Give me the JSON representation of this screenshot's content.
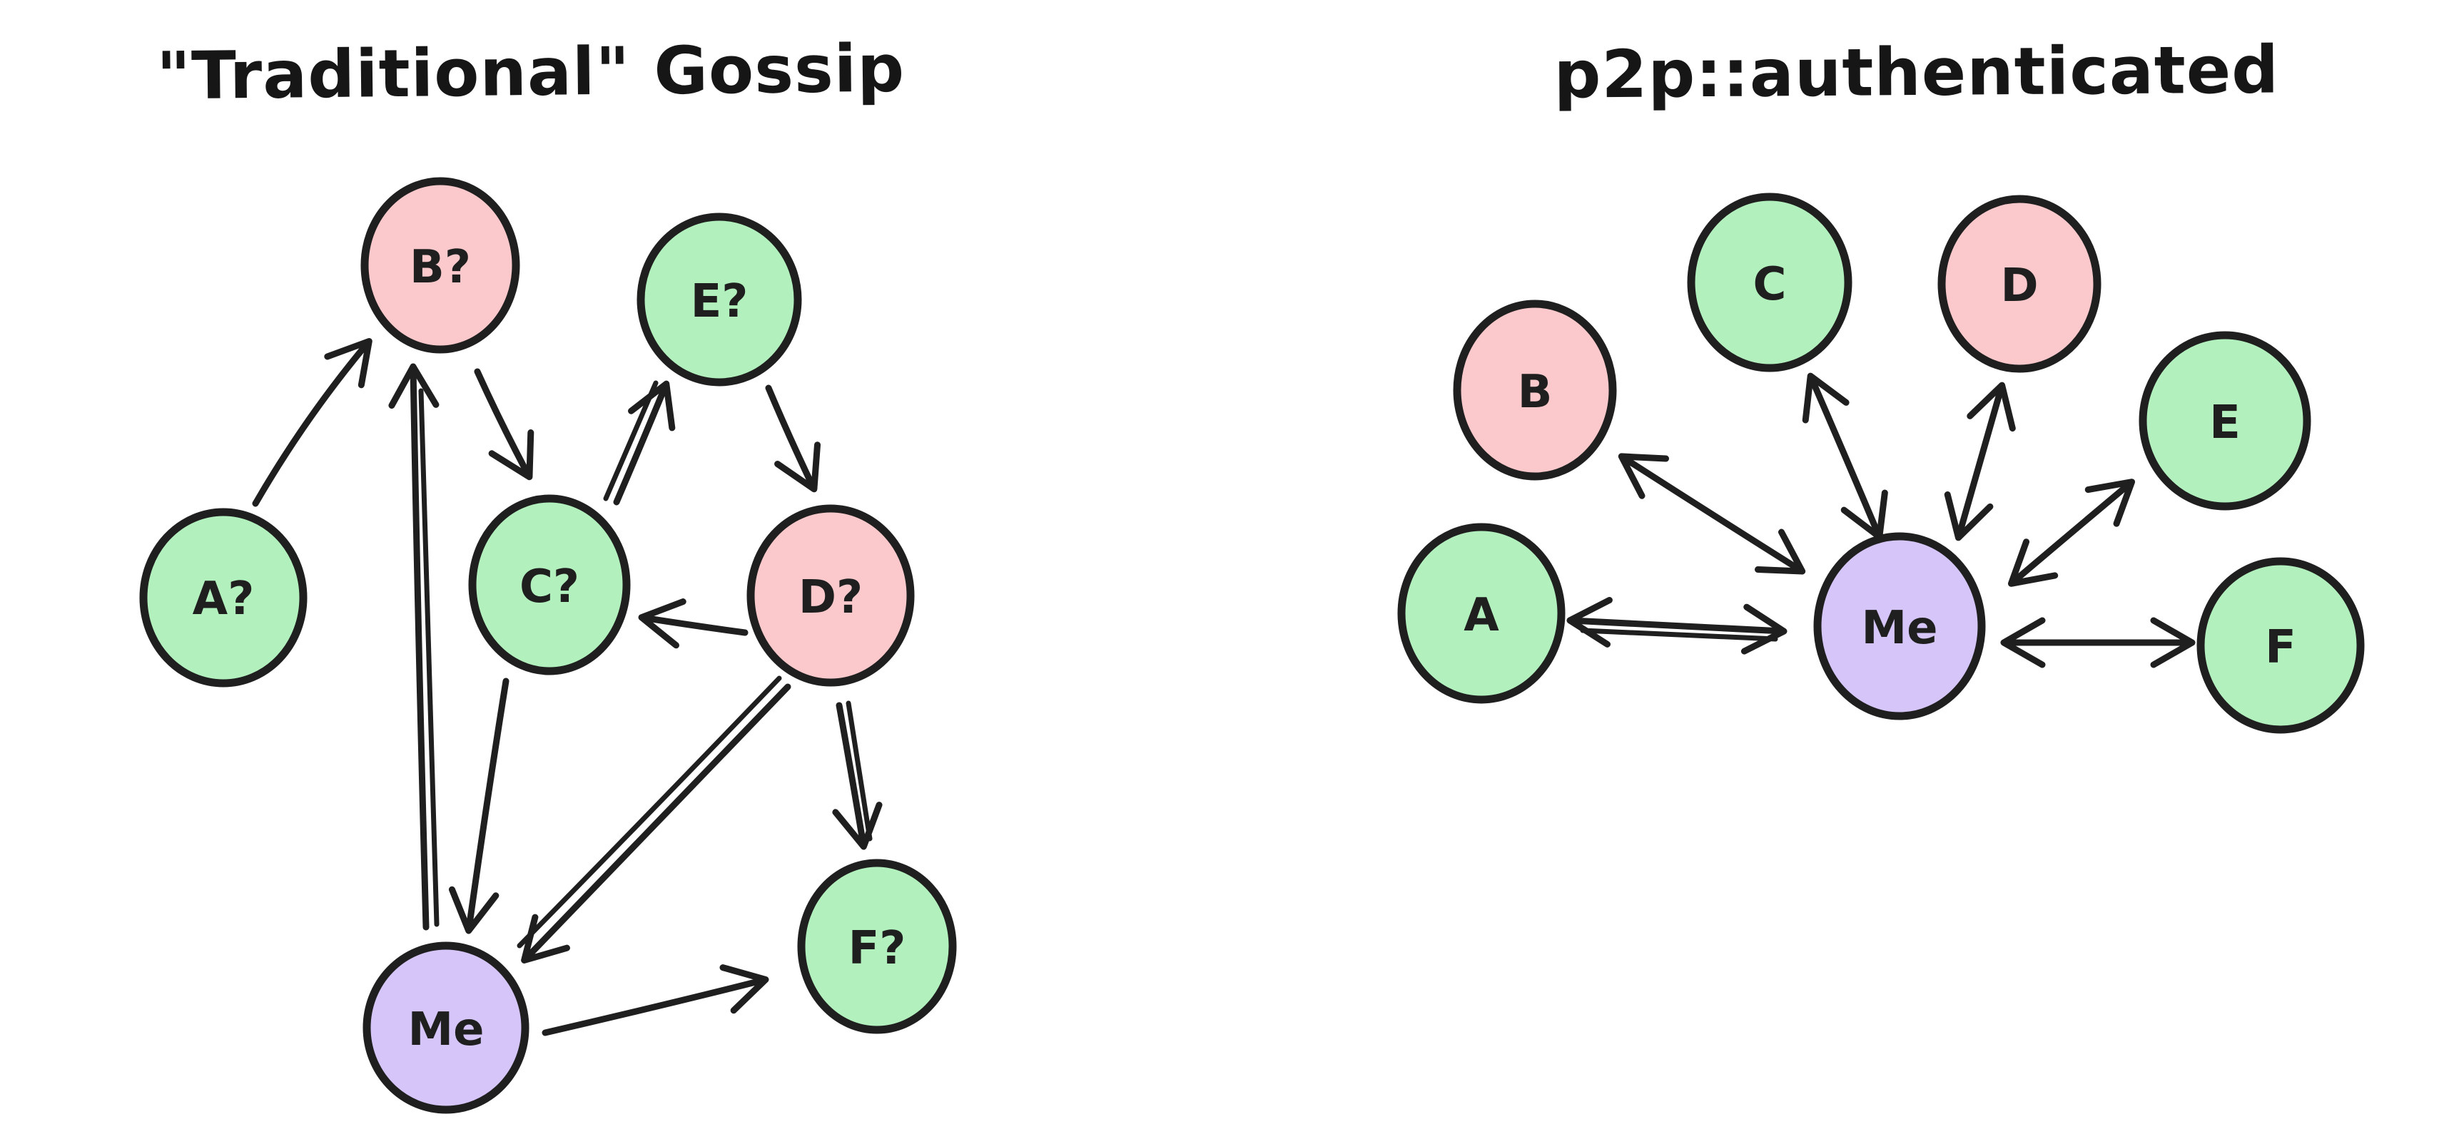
{
  "palette": {
    "background": "#ffffff",
    "ink": "#1f1f1f",
    "node_green": "#b2f0bd",
    "node_pink": "#fbc9cc",
    "node_purple": "#d5c5f8"
  },
  "left_diagram": {
    "title": "\"Traditional\" Gossip",
    "nodes": [
      {
        "id": "A",
        "label": "A?",
        "fill": "#b2f0bd"
      },
      {
        "id": "B",
        "label": "B?",
        "fill": "#fbc9cc"
      },
      {
        "id": "C",
        "label": "C?",
        "fill": "#b2f0bd"
      },
      {
        "id": "D",
        "label": "D?",
        "fill": "#fbc9cc"
      },
      {
        "id": "E",
        "label": "E?",
        "fill": "#b2f0bd"
      },
      {
        "id": "F",
        "label": "F?",
        "fill": "#b2f0bd"
      },
      {
        "id": "Me",
        "label": "Me",
        "fill": "#d5c5f8"
      }
    ],
    "edges": [
      {
        "from": "A?",
        "to": "B?",
        "bidirectional": false
      },
      {
        "from": "Me",
        "to": "B?",
        "bidirectional": false
      },
      {
        "from": "B?",
        "to": "C?",
        "bidirectional": false
      },
      {
        "from": "C?",
        "to": "E?",
        "bidirectional": false
      },
      {
        "from": "E?",
        "to": "D?",
        "bidirectional": false
      },
      {
        "from": "D?",
        "to": "C?",
        "bidirectional": false
      },
      {
        "from": "C?",
        "to": "Me",
        "bidirectional": false
      },
      {
        "from": "D?",
        "to": "Me",
        "bidirectional": false
      },
      {
        "from": "D?",
        "to": "F?",
        "bidirectional": false
      },
      {
        "from": "Me",
        "to": "F?",
        "bidirectional": false
      }
    ]
  },
  "right_diagram": {
    "title": "p2p::authenticated",
    "nodes": [
      {
        "id": "A",
        "label": "A",
        "fill": "#b2f0bd"
      },
      {
        "id": "B",
        "label": "B",
        "fill": "#fbc9cc"
      },
      {
        "id": "C",
        "label": "C",
        "fill": "#b2f0bd"
      },
      {
        "id": "D",
        "label": "D",
        "fill": "#fbc9cc"
      },
      {
        "id": "E",
        "label": "E",
        "fill": "#b2f0bd"
      },
      {
        "id": "F",
        "label": "F",
        "fill": "#b2f0bd"
      },
      {
        "id": "Me",
        "label": "Me",
        "fill": "#d5c5f8"
      }
    ],
    "edges": [
      {
        "from": "Me",
        "to": "A",
        "bidirectional": true
      },
      {
        "from": "Me",
        "to": "B",
        "bidirectional": true
      },
      {
        "from": "Me",
        "to": "C",
        "bidirectional": true
      },
      {
        "from": "Me",
        "to": "D",
        "bidirectional": true
      },
      {
        "from": "Me",
        "to": "E",
        "bidirectional": true
      },
      {
        "from": "Me",
        "to": "F",
        "bidirectional": true
      }
    ]
  }
}
